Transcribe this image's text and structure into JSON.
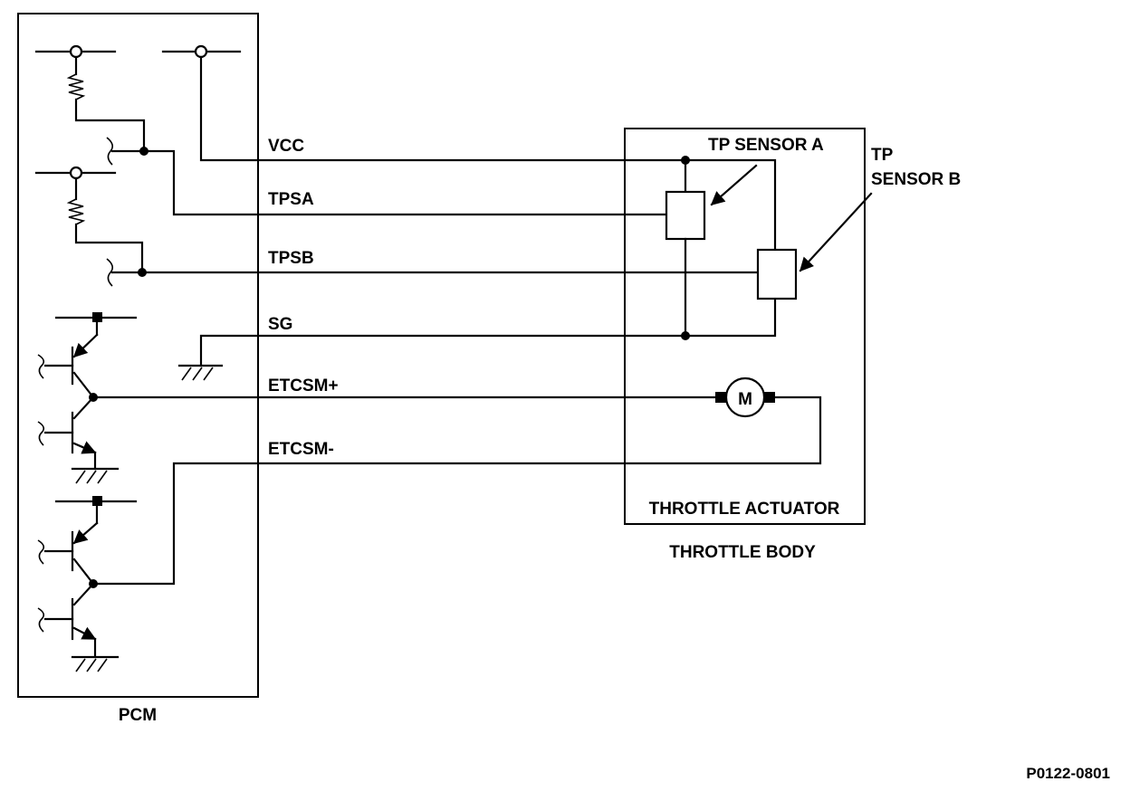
{
  "labels": {
    "pcm": "PCM",
    "throttle_body": "THROTTLE BODY",
    "throttle_actuator": "THROTTLE ACTUATOR",
    "tp_sensor_a": "TP SENSOR A",
    "tp_sensor_b_line1": "TP",
    "tp_sensor_b_line2": "SENSOR B",
    "motor": "M",
    "reference": "P0122-0801"
  },
  "signals": {
    "vcc": "VCC",
    "tpsa": "TPSA",
    "tpsb": "TPSB",
    "sg": "SG",
    "etcsm_plus": "ETCSM+",
    "etcsm_minus": "ETCSM-"
  }
}
